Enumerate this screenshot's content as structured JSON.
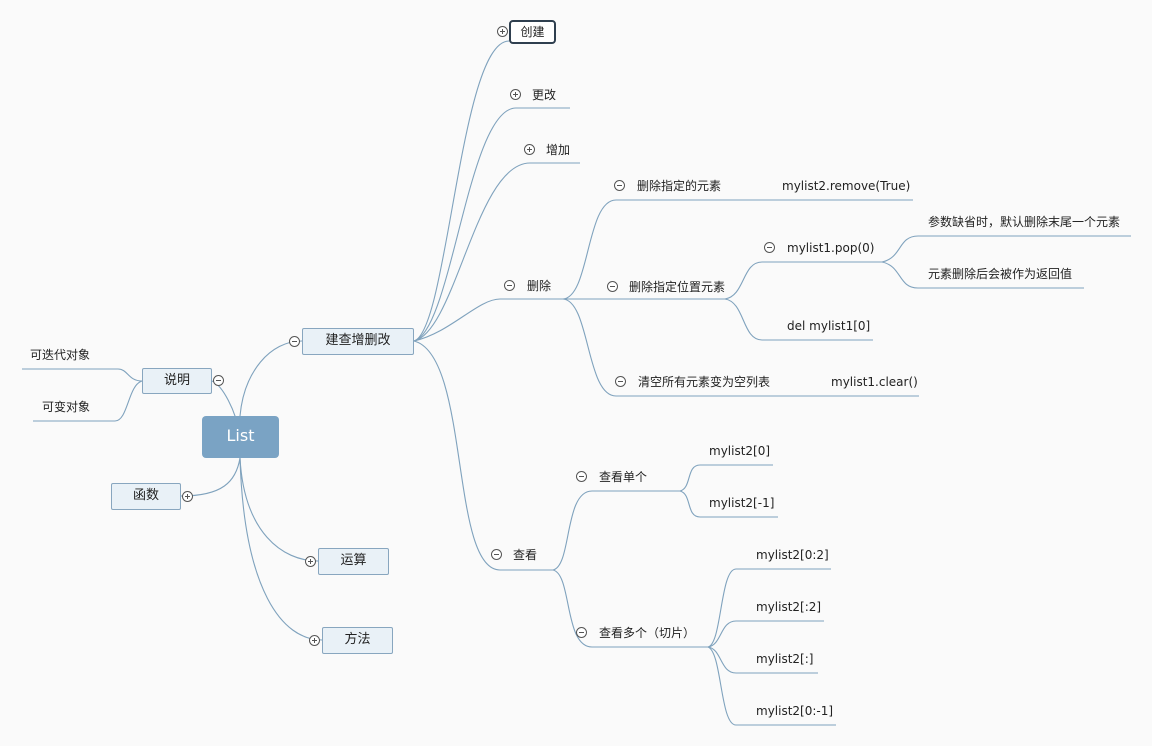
{
  "root": "List",
  "left": {
    "shuoming": "说明",
    "iter": "可迭代对象",
    "mutable": "可变对象",
    "hanshu": "函数"
  },
  "right": {
    "crud": "建查增删改",
    "yunsuan": "运算",
    "fangfa": "方法"
  },
  "crud": {
    "create": "创建",
    "modify": "更改",
    "add": "增加",
    "delete": "删除",
    "view": "查看"
  },
  "delete": {
    "by_value": "删除指定的元素",
    "by_value_example": "mylist2.remove(True)",
    "by_index": "删除指定位置元素",
    "pop": "mylist1.pop(0)",
    "pop_note1": "参数缺省时，默认删除末尾一个元素",
    "pop_note2": "元素删除后会被作为返回值",
    "del": "del mylist1[0]",
    "clear": "清空所有元素变为空列表",
    "clear_example": "mylist1.clear()"
  },
  "view": {
    "single": "查看单个",
    "single_ex1": "mylist2[0]",
    "single_ex2": "mylist2[-1]",
    "multi": "查看多个（切片）",
    "multi_ex1": "mylist2[0:2]",
    "multi_ex2": "mylist2[:2]",
    "multi_ex3": "mylist2[:]",
    "multi_ex4": "mylist2[0:-1]"
  },
  "colors": {
    "connector": "#7fa2bd",
    "root_fill": "#7aa3c4",
    "topic_fill": "#e9f1f7",
    "topic_border": "#88a6bf",
    "selected_border": "#2f3f4f"
  }
}
